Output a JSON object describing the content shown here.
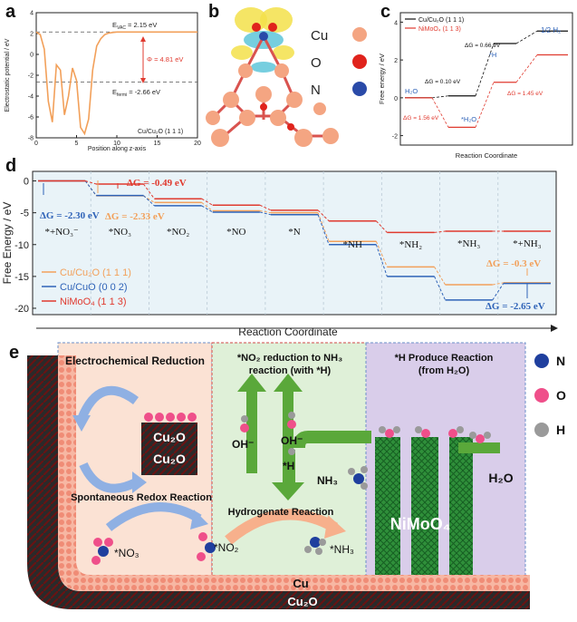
{
  "panel_labels": {
    "a": "a",
    "b": "b",
    "c": "c",
    "d": "d",
    "e": "e"
  },
  "colors": {
    "orange": "#f2a05a",
    "red": "#e03a2f",
    "blue": "#2f63b8",
    "black": "#111111",
    "green": "#5aa83a",
    "lavender": "#cfc3e3",
    "mint": "#dcefd6",
    "peach": "#f7d9c8"
  },
  "panel_a": {
    "ylabel": "Electrostatic potential / eV",
    "xlabel": "Position along z-axis",
    "evac": "E",
    "evac_sub": "VAC",
    "evac_val": " = 2.15 eV",
    "efermi": "E",
    "efermi_sub": "fermi",
    "efermi_val": " = -2.66 eV",
    "phi": "Φ = 4.81 eV",
    "surface": "Cu/Cu₂O (1 1 1)",
    "xticks": [
      "0",
      "5",
      "10",
      "15",
      "20"
    ],
    "yticks": [
      "4",
      "2",
      "0",
      "-2",
      "-4",
      "-6",
      "-8"
    ]
  },
  "panel_b": {
    "legend": [
      {
        "label": "Cu",
        "color": "#f4a582"
      },
      {
        "label": "O",
        "color": "#e0231c"
      },
      {
        "label": "N",
        "color": "#2a4aa8"
      }
    ]
  },
  "panel_c": {
    "ylabel": "Free energy / eV",
    "xlabel": "Reaction Coordinate",
    "legend": [
      "Cu/Cu₂O (1 1 1)",
      "NiMoO₄ (1 1 3)"
    ],
    "yticks": [
      "4",
      "2",
      "0",
      "-2"
    ],
    "h2o": "H₂O",
    "h2o_star": "*H₂O",
    "h_star": "*H",
    "half_h2": "1/2 H₂",
    "dg1": "ΔG = 0.10 eV",
    "dg2": "ΔG = 0.66 eV",
    "dg3": "ΔG = 1.56 eV",
    "dg4": "ΔG = 1.45 eV"
  },
  "panel_d": {
    "ylabel": "Free Energy / eV",
    "xlabel": "Reaction Coordinate",
    "yticks": [
      "0",
      "-5",
      "-10",
      "-15",
      "-20"
    ],
    "states": [
      "*+NO₃⁻",
      "*NO₃",
      "*NO₂",
      "*NO",
      "*N",
      "*NH",
      "*NH₂",
      "*NH₃",
      "*+NH₃"
    ],
    "legend": [
      "Cu/Cu₂O (1 1 1)",
      "Cu/CuO (0 0 2)",
      "NiMoO₄ (1 1 3)"
    ],
    "dg_a": "ΔG = -0.49 eV",
    "dg_b": "ΔG = -2.30 eV",
    "dg_c": "ΔG = -2.33 eV",
    "dg_d": "ΔG = -0.3 eV",
    "dg_e": "ΔG = -2.65 eV"
  },
  "chart_data": [
    {
      "type": "line",
      "panel": "a",
      "title": "",
      "xlabel": "Position along z-axis",
      "ylabel": "Electrostatic potential / eV",
      "xlim": [
        0,
        20
      ],
      "ylim": [
        -8,
        4
      ],
      "series": [
        {
          "name": "",
          "x": [
            0,
            0.5,
            1,
            1.5,
            2,
            2.5,
            3,
            3.5,
            4,
            4.5,
            5,
            5.5,
            6,
            6.5,
            7,
            7.5,
            8,
            8.5,
            9,
            9.5,
            10,
            11,
            12,
            14,
            16,
            18,
            20
          ],
          "y": [
            2.15,
            1.9,
            0.5,
            -4.5,
            -6.5,
            -1.0,
            -1.5,
            -5.8,
            -4.0,
            -1.3,
            -2.5,
            -7.0,
            -7.6,
            -6.2,
            -1.5,
            0.8,
            1.5,
            1.9,
            2.05,
            2.1,
            2.15,
            2.15,
            2.15,
            2.15,
            2.15,
            2.15,
            2.15
          ]
        }
      ],
      "annotations": [
        "E_VAC = 2.15 eV",
        "Φ = 4.81 eV",
        "E_fermi = -2.66 eV",
        "Cu/Cu₂O (1 1 1)"
      ]
    },
    {
      "type": "line",
      "panel": "c",
      "xlabel": "Reaction Coordinate",
      "ylabel": "Free energy / eV",
      "ylim": [
        -2.5,
        4.5
      ],
      "categories": [
        "H₂O",
        "*H₂O",
        "*H",
        "1/2 H₂"
      ],
      "series": [
        {
          "name": "Cu/Cu₂O (1 1 1)",
          "values": [
            0,
            0.1,
            2.87,
            3.53
          ]
        },
        {
          "name": "NiMoO₄ (1 1 3)",
          "values": [
            0,
            -1.56,
            0.82,
            2.27
          ]
        }
      ]
    },
    {
      "type": "line",
      "panel": "d",
      "xlabel": "Reaction Coordinate",
      "ylabel": "Free Energy / eV",
      "ylim": [
        -21,
        1.5
      ],
      "categories": [
        "*+NO₃⁻",
        "*NO₃",
        "*NO₂",
        "*NO",
        "*N",
        "*NH",
        "*NH₂",
        "*NH₃",
        "*+NH₃"
      ],
      "series": [
        {
          "name": "Cu/Cu₂O (1 1 1)",
          "values": [
            0,
            -2.33,
            -3.4,
            -4.7,
            -5.0,
            -9.5,
            -13.5,
            -16.3,
            -16.0
          ]
        },
        {
          "name": "Cu/CuO (0 0 2)",
          "values": [
            0,
            -2.3,
            -3.9,
            -4.9,
            -5.3,
            -10.0,
            -15.0,
            -18.7,
            -16.1
          ]
        },
        {
          "name": "NiMoO₄ (1 1 3)",
          "values": [
            0,
            -0.49,
            -2.8,
            -3.8,
            -4.6,
            -6.3,
            -8.1,
            -7.9,
            -7.9
          ]
        }
      ]
    }
  ],
  "panel_e": {
    "section1": "Electrochemical Reduction",
    "section2a": "*NO₂ reduction to NH₃",
    "section2b": "reaction (with *H)",
    "section3a": "*H Produce Reaction",
    "section3b": "(from H₂O)",
    "cu2o_top": "Cu₂O",
    "cu2o_bot": "Cu₂O",
    "spontaneous": "Spontaneous Redox Reaction",
    "hydrogenate": "Hydrogenate Reaction",
    "no3": "*NO₃",
    "no2": "*NO₂",
    "nh3_star": "*NH₃",
    "nh3": "NH₃",
    "oh1": "OH⁻",
    "oh2": "OH⁻",
    "h_star": "*H",
    "nimoo4": "NiMoO₄",
    "h2o": "H₂O",
    "cu": "Cu",
    "cu2o_base": "Cu₂O",
    "legend": [
      {
        "label": "N",
        "color": "#1f3f9e"
      },
      {
        "label": "O",
        "color": "#ef4f8a"
      },
      {
        "label": "H",
        "color": "#9a9a9a"
      }
    ]
  }
}
